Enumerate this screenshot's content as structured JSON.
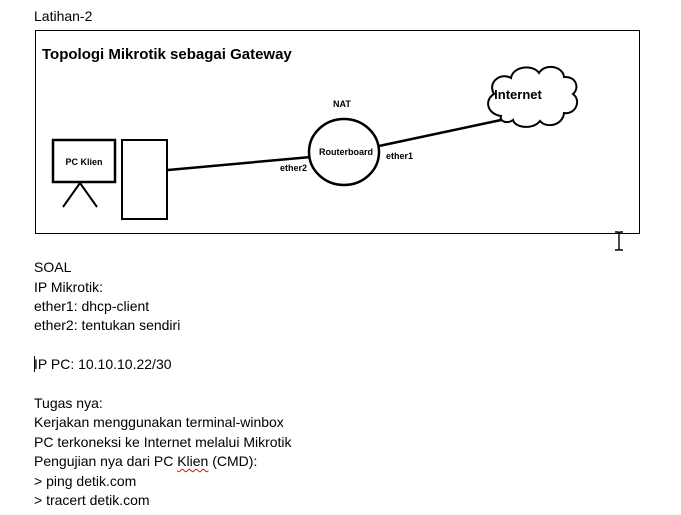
{
  "header": {
    "title": "Latihan-2"
  },
  "diagram": {
    "title": "Topologi Mikrotik sebagai Gateway",
    "nodes": {
      "pc": "PC Klien",
      "router": "Routerboard",
      "internet": "Internet"
    },
    "labels": {
      "nat": "NAT",
      "ether1": "ether1",
      "ether2": "ether2"
    }
  },
  "soal": {
    "heading": "SOAL",
    "ip_mikrotik_heading": "IP Mikrotik:",
    "ether1": "ether1: dhcp-client",
    "ether2": "ether2: tentukan sendiri",
    "ip_pc": "IP PC: 10.10.10.22/30",
    "tugas_heading": "Tugas nya:",
    "tugas_1": "Kerjakan menggunakan terminal-winbox",
    "tugas_2": "PC terkoneksi ke Internet melalui Mikrotik",
    "tugas_3_before": "Pengujian nya dari PC ",
    "tugas_3_word": "Klien",
    "tugas_3_after": " (CMD):",
    "cmd_ping": "> ping detik.com",
    "cmd_tracert": "> tracert detik.com"
  }
}
